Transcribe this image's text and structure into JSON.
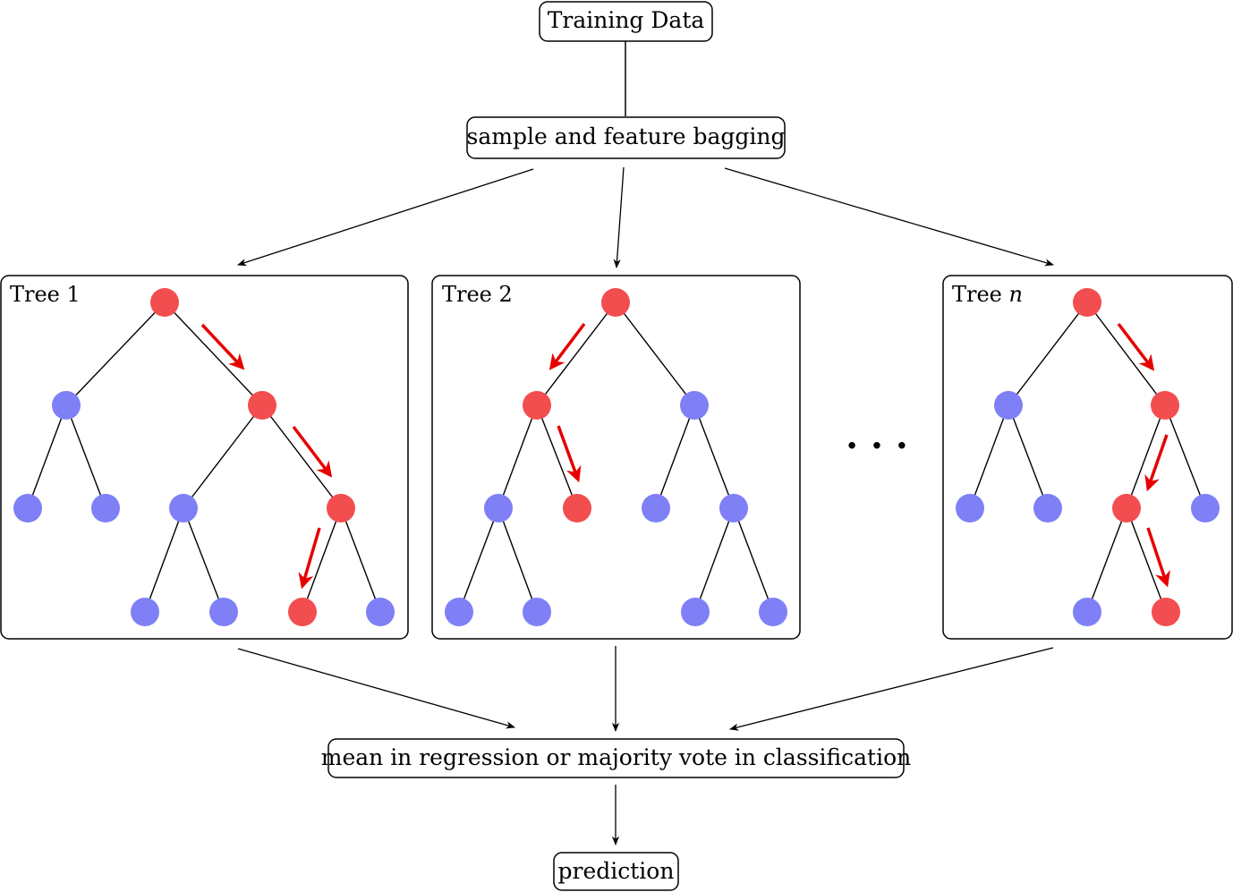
{
  "nodes": {
    "training_data": "Training Data",
    "bagging": "sample and feature bagging",
    "aggregate": "mean in regression or majority vote in classification",
    "prediction": "prediction"
  },
  "trees": [
    {
      "label": "Tree 1",
      "suffix": ""
    },
    {
      "label": "Tree 2",
      "suffix": ""
    },
    {
      "label": "Tree ",
      "suffix": "n"
    }
  ],
  "ellipsis": "· · ·",
  "colors": {
    "active_node": "#f24d4f",
    "inactive_node": "#7f7ff6",
    "path_arrow": "#e60000",
    "line": "#000000"
  }
}
